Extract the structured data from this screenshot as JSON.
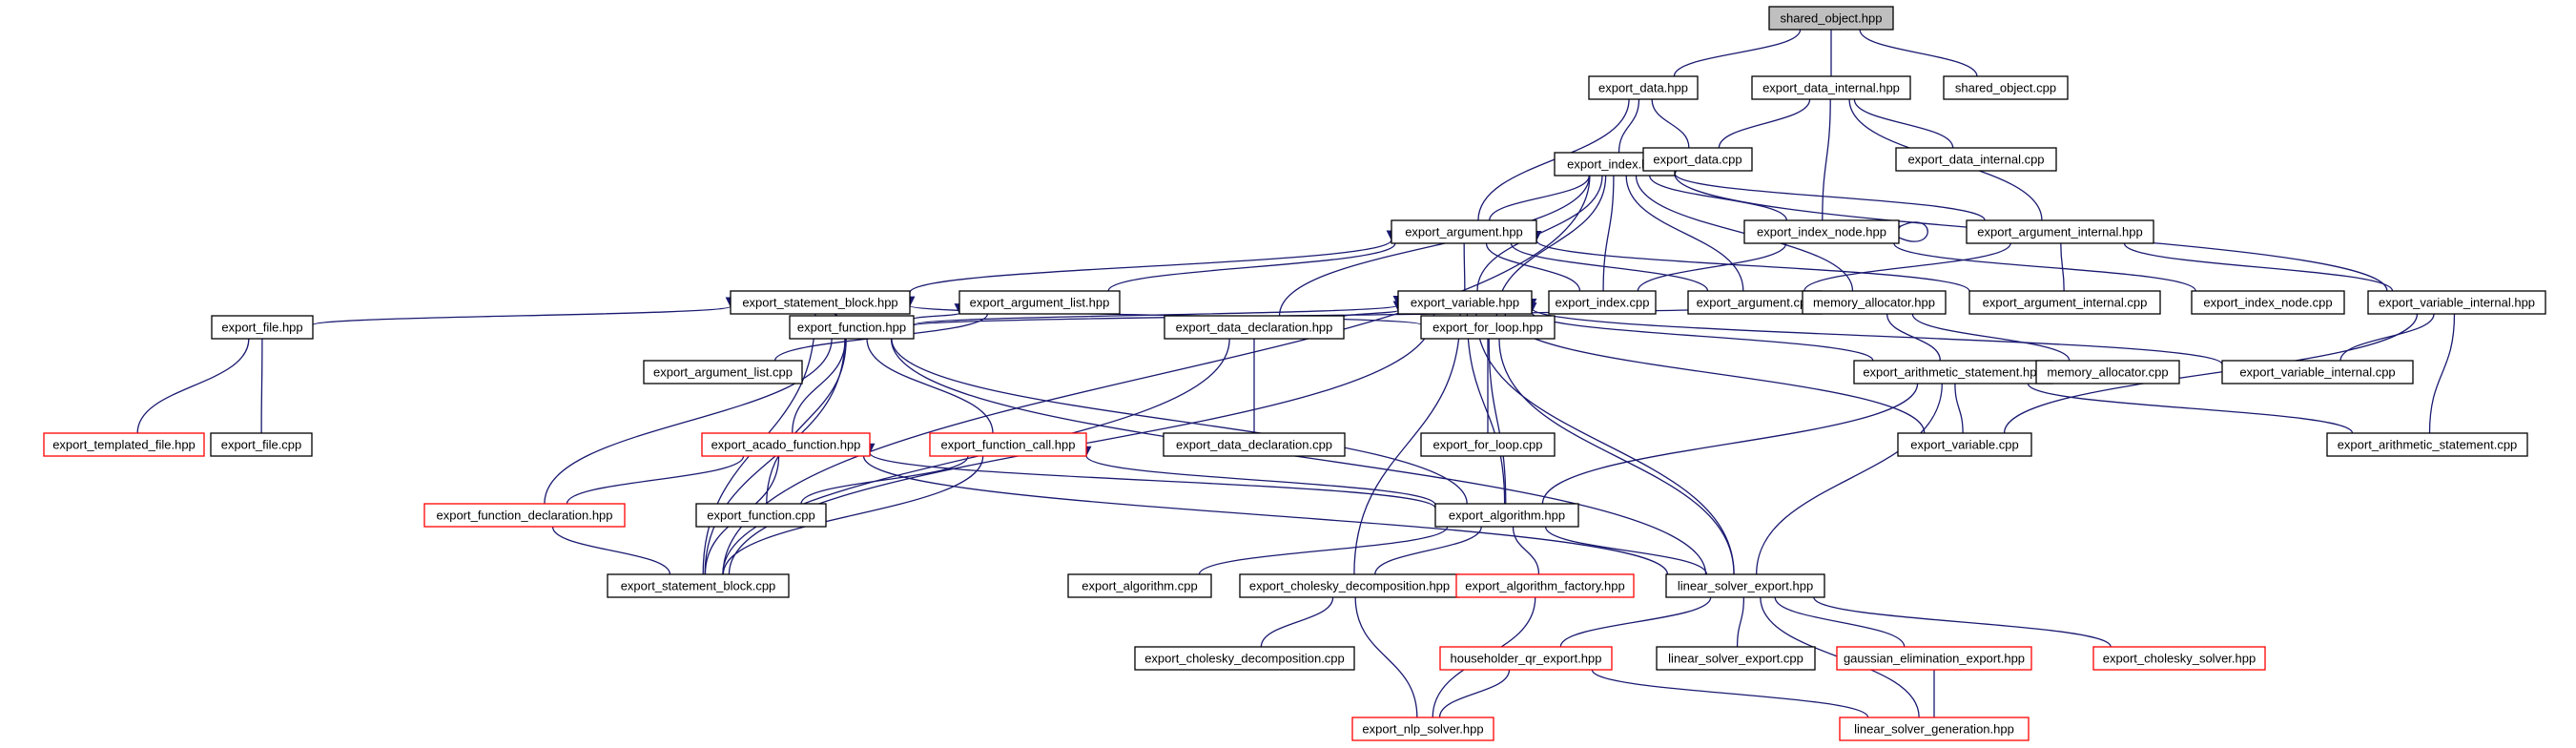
{
  "diagram": {
    "colors": {
      "edge": "#191970",
      "node_border": "#000000",
      "node_border_incomplete": "#ff0000",
      "root_fill": "#bfbfbf",
      "node_fill": "#ffffff"
    },
    "nodes": [
      {
        "id": "shared_object_hpp",
        "label": "shared_object.hpp",
        "style": "root"
      },
      {
        "id": "export_data_hpp",
        "label": "export_data.hpp",
        "style": "normal"
      },
      {
        "id": "export_data_internal_hpp",
        "label": "export_data_internal.hpp",
        "style": "normal"
      },
      {
        "id": "shared_object_cpp",
        "label": "shared_object.cpp",
        "style": "normal"
      },
      {
        "id": "export_index_hpp",
        "label": "export_index.hpp",
        "style": "normal"
      },
      {
        "id": "export_data_cpp",
        "label": "export_data.cpp",
        "style": "normal"
      },
      {
        "id": "export_data_internal_cpp",
        "label": "export_data_internal.cpp",
        "style": "normal"
      },
      {
        "id": "export_argument_hpp",
        "label": "export_argument.hpp",
        "style": "normal"
      },
      {
        "id": "export_index_node_hpp",
        "label": "export_index_node.hpp",
        "style": "normal"
      },
      {
        "id": "export_argument_internal_hpp",
        "label": "export_argument_internal.hpp",
        "style": "normal"
      },
      {
        "id": "export_statement_block_hpp",
        "label": "export_statement_block.hpp",
        "style": "normal"
      },
      {
        "id": "export_argument_list_hpp",
        "label": "export_argument_list.hpp",
        "style": "normal"
      },
      {
        "id": "export_variable_hpp",
        "label": "export_variable.hpp",
        "style": "normal"
      },
      {
        "id": "export_index_cpp",
        "label": "export_index.cpp",
        "style": "normal"
      },
      {
        "id": "export_argument_cpp",
        "label": "export_argument.cpp",
        "style": "normal"
      },
      {
        "id": "memory_allocator_hpp",
        "label": "memory_allocator.hpp",
        "style": "normal"
      },
      {
        "id": "export_argument_internal_cpp",
        "label": "export_argument_internal.cpp",
        "style": "normal"
      },
      {
        "id": "export_index_node_cpp",
        "label": "export_index_node.cpp",
        "style": "normal"
      },
      {
        "id": "export_variable_internal_hpp",
        "label": "export_variable_internal.hpp",
        "style": "normal"
      },
      {
        "id": "export_file_hpp",
        "label": "export_file.hpp",
        "style": "normal"
      },
      {
        "id": "export_argument_list_cpp",
        "label": "export_argument_list.cpp",
        "style": "normal"
      },
      {
        "id": "export_function_hpp",
        "label": "export_function.hpp",
        "style": "normal"
      },
      {
        "id": "export_data_declaration_hpp",
        "label": "export_data_declaration.hpp",
        "style": "normal"
      },
      {
        "id": "export_for_loop_hpp",
        "label": "export_for_loop.hpp",
        "style": "normal"
      },
      {
        "id": "export_arithmetic_statement_hpp",
        "label": "export_arithmetic_statement.hpp",
        "style": "normal"
      },
      {
        "id": "memory_allocator_cpp",
        "label": "memory_allocator.cpp",
        "style": "normal"
      },
      {
        "id": "export_variable_internal_cpp",
        "label": "export_variable_internal.cpp",
        "style": "normal"
      },
      {
        "id": "export_templated_file_hpp",
        "label": "export_templated_file.hpp",
        "style": "incomplete"
      },
      {
        "id": "export_file_cpp",
        "label": "export_file.cpp",
        "style": "normal"
      },
      {
        "id": "export_acado_function_hpp",
        "label": "export_acado_function.hpp",
        "style": "incomplete"
      },
      {
        "id": "export_function_call_hpp",
        "label": "export_function_call.hpp",
        "style": "incomplete"
      },
      {
        "id": "export_data_declaration_cpp",
        "label": "export_data_declaration.cpp",
        "style": "normal"
      },
      {
        "id": "export_for_loop_cpp",
        "label": "export_for_loop.cpp",
        "style": "normal"
      },
      {
        "id": "export_variable_cpp",
        "label": "export_variable.cpp",
        "style": "normal"
      },
      {
        "id": "export_arithmetic_statement_cpp",
        "label": "export_arithmetic_statement.cpp",
        "style": "normal"
      },
      {
        "id": "export_function_declaration_hpp",
        "label": "export_function_declaration.hpp",
        "style": "incomplete"
      },
      {
        "id": "export_function_cpp",
        "label": "export_function.cpp",
        "style": "normal"
      },
      {
        "id": "export_algorithm_hpp",
        "label": "export_algorithm.hpp",
        "style": "normal"
      },
      {
        "id": "export_statement_block_cpp",
        "label": "export_statement_block.cpp",
        "style": "normal"
      },
      {
        "id": "export_algorithm_cpp",
        "label": "export_algorithm.cpp",
        "style": "normal"
      },
      {
        "id": "export_cholesky_decomposition_hpp",
        "label": "export_cholesky_decomposition.hpp",
        "style": "normal"
      },
      {
        "id": "export_algorithm_factory_hpp",
        "label": "export_algorithm_factory.hpp",
        "style": "incomplete"
      },
      {
        "id": "linear_solver_export_hpp",
        "label": "linear_solver_export.hpp",
        "style": "normal"
      },
      {
        "id": "export_cholesky_decomposition_cpp",
        "label": "export_cholesky_decomposition.cpp",
        "style": "normal"
      },
      {
        "id": "householder_qr_export_hpp",
        "label": "householder_qr_export.hpp",
        "style": "incomplete"
      },
      {
        "id": "linear_solver_export_cpp",
        "label": "linear_solver_export.cpp",
        "style": "normal"
      },
      {
        "id": "gaussian_elimination_export_hpp",
        "label": "gaussian_elimination_export.hpp",
        "style": "incomplete"
      },
      {
        "id": "export_cholesky_solver_hpp",
        "label": "export_cholesky_solver.hpp",
        "style": "incomplete"
      },
      {
        "id": "export_nlp_solver_hpp",
        "label": "export_nlp_solver.hpp",
        "style": "incomplete"
      },
      {
        "id": "linear_solver_generation_hpp",
        "label": "linear_solver_generation.hpp",
        "style": "incomplete"
      }
    ],
    "edges": [
      [
        "shared_object_hpp",
        "export_data_hpp"
      ],
      [
        "shared_object_hpp",
        "export_data_internal_hpp"
      ],
      [
        "shared_object_hpp",
        "shared_object_cpp"
      ],
      [
        "export_data_hpp",
        "export_index_hpp"
      ],
      [
        "export_data_hpp",
        "export_data_cpp"
      ],
      [
        "export_data_hpp",
        "export_argument_hpp"
      ],
      [
        "export_data_internal_hpp",
        "export_data_cpp"
      ],
      [
        "export_data_internal_hpp",
        "export_data_internal_cpp"
      ],
      [
        "export_data_internal_hpp",
        "export_index_node_hpp"
      ],
      [
        "export_data_internal_hpp",
        "export_argument_internal_hpp"
      ],
      [
        "export_index_hpp",
        "export_argument_hpp"
      ],
      [
        "export_index_hpp",
        "export_variable_hpp"
      ],
      [
        "export_index_hpp",
        "export_index_cpp"
      ],
      [
        "export_index_hpp",
        "export_argument_cpp"
      ],
      [
        "export_index_hpp",
        "export_index_node_hpp"
      ],
      [
        "export_index_hpp",
        "export_argument_internal_hpp"
      ],
      [
        "export_index_hpp",
        "memory_allocator_hpp"
      ],
      [
        "export_index_hpp",
        "export_variable_internal_hpp"
      ],
      [
        "export_index_hpp",
        "export_statement_block_cpp"
      ],
      [
        "export_index_hpp",
        "export_data_declaration_hpp"
      ],
      [
        "export_index_hpp",
        "export_for_loop_hpp"
      ],
      [
        "export_index_node_hpp",
        "export_index_node_hpp"
      ],
      [
        "export_index_node_hpp",
        "export_index_cpp"
      ],
      [
        "export_index_node_hpp",
        "export_index_node_cpp"
      ],
      [
        "export_argument_hpp",
        "export_argument_list_hpp"
      ],
      [
        "export_argument_hpp",
        "export_statement_block_hpp"
      ],
      [
        "export_argument_hpp",
        "export_variable_hpp"
      ],
      [
        "export_argument_hpp",
        "export_index_cpp"
      ],
      [
        "export_argument_hpp",
        "export_argument_cpp"
      ],
      [
        "export_argument_hpp",
        "export_argument_internal_cpp"
      ],
      [
        "export_argument_internal_hpp",
        "export_argument_cpp"
      ],
      [
        "export_argument_internal_hpp",
        "export_argument_internal_cpp"
      ],
      [
        "export_argument_internal_hpp",
        "export_variable_internal_hpp"
      ],
      [
        "export_statement_block_hpp",
        "export_file_hpp"
      ],
      [
        "export_statement_block_hpp",
        "export_function_hpp"
      ],
      [
        "export_statement_block_hpp",
        "export_statement_block_cpp"
      ],
      [
        "export_statement_block_hpp",
        "export_for_loop_hpp"
      ],
      [
        "export_argument_list_hpp",
        "export_argument_list_cpp"
      ],
      [
        "export_argument_list_hpp",
        "export_function_hpp"
      ],
      [
        "export_variable_hpp",
        "export_function_hpp"
      ],
      [
        "export_variable_hpp",
        "export_data_declaration_hpp"
      ],
      [
        "export_variable_hpp",
        "export_arithmetic_statement_hpp"
      ],
      [
        "export_variable_hpp",
        "export_variable_internal_cpp"
      ],
      [
        "export_variable_hpp",
        "export_variable_cpp"
      ],
      [
        "export_variable_hpp",
        "export_algorithm_hpp"
      ],
      [
        "export_variable_hpp",
        "linear_solver_export_hpp"
      ],
      [
        "export_variable_hpp",
        "export_statement_block_cpp"
      ],
      [
        "export_variable_hpp",
        "export_cholesky_decomposition_hpp"
      ],
      [
        "memory_allocator_hpp",
        "export_function_hpp"
      ],
      [
        "memory_allocator_hpp",
        "memory_allocator_cpp"
      ],
      [
        "memory_allocator_hpp",
        "export_arithmetic_statement_hpp"
      ],
      [
        "export_variable_internal_hpp",
        "export_variable_internal_cpp"
      ],
      [
        "export_variable_internal_hpp",
        "export_variable_cpp"
      ],
      [
        "export_variable_internal_hpp",
        "export_arithmetic_statement_cpp"
      ],
      [
        "export_file_hpp",
        "export_templated_file_hpp"
      ],
      [
        "export_file_hpp",
        "export_file_cpp"
      ],
      [
        "export_function_hpp",
        "export_acado_function_hpp"
      ],
      [
        "export_function_hpp",
        "export_function_call_hpp"
      ],
      [
        "export_function_hpp",
        "export_function_cpp"
      ],
      [
        "export_function_hpp",
        "export_algorithm_hpp"
      ],
      [
        "export_function_hpp",
        "export_statement_block_cpp"
      ],
      [
        "export_function_hpp",
        "export_function_declaration_hpp"
      ],
      [
        "export_function_hpp",
        "linear_solver_export_hpp"
      ],
      [
        "export_data_declaration_hpp",
        "export_data_declaration_cpp"
      ],
      [
        "export_data_declaration_hpp",
        "export_statement_block_cpp"
      ],
      [
        "export_for_loop_hpp",
        "export_for_loop_cpp"
      ],
      [
        "export_for_loop_hpp",
        "export_algorithm_hpp"
      ],
      [
        "export_for_loop_hpp",
        "linear_solver_export_hpp"
      ],
      [
        "export_arithmetic_statement_hpp",
        "export_variable_cpp"
      ],
      [
        "export_arithmetic_statement_hpp",
        "export_arithmetic_statement_cpp"
      ],
      [
        "export_arithmetic_statement_hpp",
        "export_algorithm_hpp"
      ],
      [
        "export_arithmetic_statement_hpp",
        "linear_solver_export_hpp"
      ],
      [
        "export_acado_function_hpp",
        "export_function_declaration_hpp"
      ],
      [
        "export_acado_function_hpp",
        "export_statement_block_cpp"
      ],
      [
        "export_acado_function_hpp",
        "export_algorithm_hpp"
      ],
      [
        "export_acado_function_hpp",
        "linear_solver_export_hpp"
      ],
      [
        "export_function_call_hpp",
        "export_function_cpp"
      ],
      [
        "export_function_call_hpp",
        "export_statement_block_cpp"
      ],
      [
        "export_function_call_hpp",
        "export_algorithm_hpp"
      ],
      [
        "export_function_declaration_hpp",
        "export_statement_block_cpp"
      ],
      [
        "export_algorithm_hpp",
        "export_algorithm_cpp"
      ],
      [
        "export_algorithm_hpp",
        "export_cholesky_decomposition_hpp"
      ],
      [
        "export_algorithm_hpp",
        "export_algorithm_factory_hpp"
      ],
      [
        "export_algorithm_hpp",
        "linear_solver_export_hpp"
      ],
      [
        "export_cholesky_decomposition_hpp",
        "export_cholesky_decomposition_cpp"
      ],
      [
        "export_cholesky_decomposition_hpp",
        "export_nlp_solver_hpp"
      ],
      [
        "export_algorithm_factory_hpp",
        "export_nlp_solver_hpp"
      ],
      [
        "linear_solver_export_hpp",
        "householder_qr_export_hpp"
      ],
      [
        "linear_solver_export_hpp",
        "linear_solver_export_cpp"
      ],
      [
        "linear_solver_export_hpp",
        "gaussian_elimination_export_hpp"
      ],
      [
        "linear_solver_export_hpp",
        "export_cholesky_solver_hpp"
      ],
      [
        "linear_solver_export_hpp",
        "linear_solver_generation_hpp"
      ],
      [
        "householder_qr_export_hpp",
        "export_nlp_solver_hpp"
      ],
      [
        "householder_qr_export_hpp",
        "linear_solver_generation_hpp"
      ],
      [
        "gaussian_elimination_export_hpp",
        "linear_solver_generation_hpp"
      ]
    ]
  }
}
